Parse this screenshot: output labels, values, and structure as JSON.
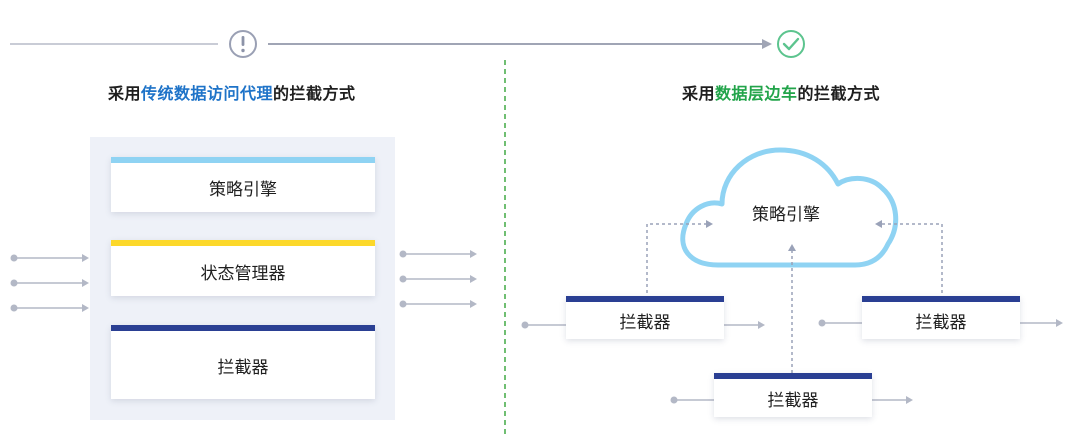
{
  "left": {
    "title_prefix": "采用",
    "title_highlight": "传统数据访问代理",
    "title_suffix": "的拦截方式",
    "layers": [
      {
        "label": "策略引擎",
        "bar_color": "#8fd3f3"
      },
      {
        "label": "状态管理器",
        "bar_color": "#fcd82a"
      },
      {
        "label": "拦截器",
        "bar_color": "#2a3f93"
      }
    ]
  },
  "right": {
    "title_prefix": "采用",
    "title_highlight": "数据层边车",
    "title_suffix": "的拦截方式",
    "cloud_label": "策略引擎",
    "interceptors": [
      "拦截器",
      "拦截器",
      "拦截器"
    ]
  },
  "status": {
    "warning_icon": "exclamation-circle-icon",
    "success_icon": "check-circle-icon"
  },
  "colors": {
    "line_gray": "#b3b8c6",
    "arrow_gray": "#9aa2b8",
    "cloud_stroke": "#8fd3f3",
    "divider_green": "#4caf50",
    "check_green": "#5cc48e",
    "card_bar_blue": "#2a3f93"
  }
}
